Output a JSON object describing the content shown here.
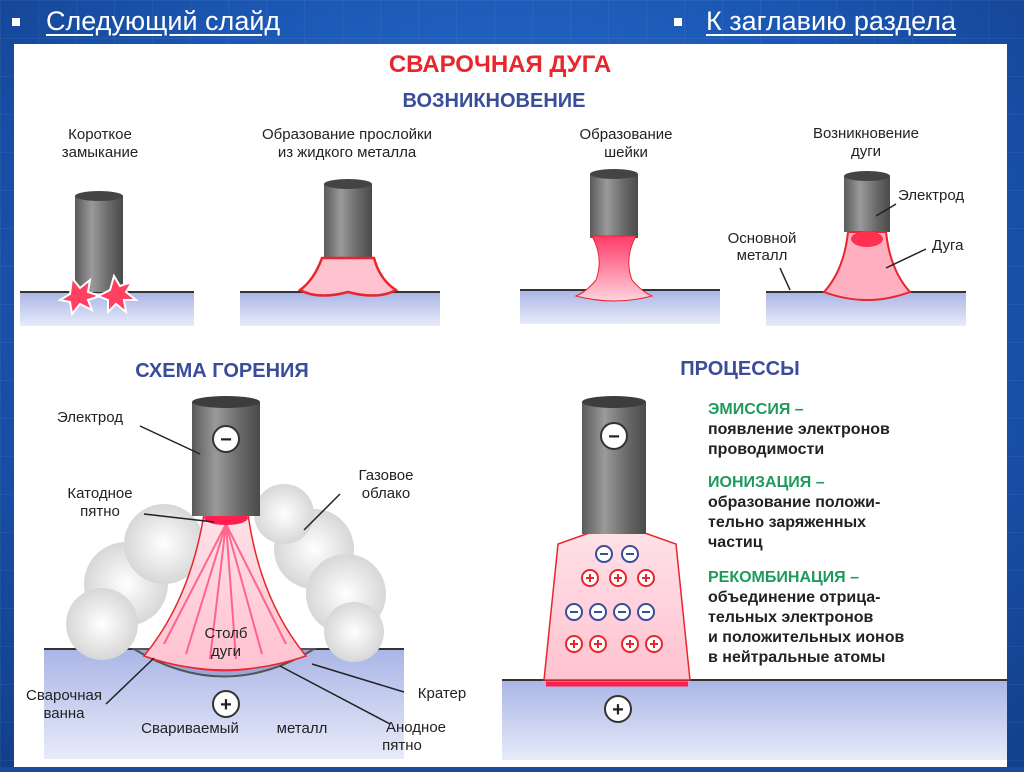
{
  "nav": {
    "next_slide": "Следующий слайд",
    "section_title": "К заглавию раздела"
  },
  "diagram": {
    "title": "СВАРОЧНАЯ ДУГА",
    "subtitle": "ВОЗНИКНОВЕНИЕ",
    "stages": [
      {
        "line1": "Короткое",
        "line2": "замыкание"
      },
      {
        "line1": "Образование прослойки",
        "line2": "из жидкого металла"
      },
      {
        "line1": "Образование",
        "line2": "шейки"
      },
      {
        "line1": "Возникновение",
        "line2": "дуги"
      }
    ],
    "stage4_labels": {
      "electrode": "Электрод",
      "base_metal_1": "Основной",
      "base_metal_2": "металл",
      "arc": "Дуга"
    },
    "scheme": {
      "title": "СХЕМА ГОРЕНИЯ",
      "electrode": "Электрод",
      "cathode_1": "Катодное",
      "cathode_2": "пятно",
      "gas_1": "Газовое",
      "gas_2": "облако",
      "column_1": "Столб",
      "column_2": "дуги",
      "pool_1": "Сварочная",
      "pool_2": "ванна",
      "crater": "Кратер",
      "welded_1": "Свариваемый",
      "welded_2": "металл",
      "anode_1": "Анодное",
      "anode_2": "пятно",
      "minus": "−",
      "plus": "+"
    },
    "processes": {
      "title": "ПРОЦЕССЫ",
      "items": [
        {
          "term": "ЭМИССИЯ –",
          "lines": [
            "появление электронов",
            "проводимости"
          ]
        },
        {
          "term": "ИОНИЗАЦИЯ –",
          "lines": [
            "образование положи-",
            "тельно заряженных",
            "частиц"
          ]
        },
        {
          "term": "РЕКОМБИНАЦИЯ –",
          "lines": [
            "объединение отрица-",
            "тельных электронов",
            "и положительных ионов",
            "в нейтральные атомы"
          ]
        }
      ],
      "minus": "−",
      "plus": "+"
    },
    "colors": {
      "title_red": "#e8262c",
      "heading_blue": "#3a4d9a",
      "term_green": "#1f9a5a",
      "electrode_gray": "#6e6e6e",
      "metal_blue": "#b9c3ea",
      "arc_pink": "#f04a74"
    }
  }
}
